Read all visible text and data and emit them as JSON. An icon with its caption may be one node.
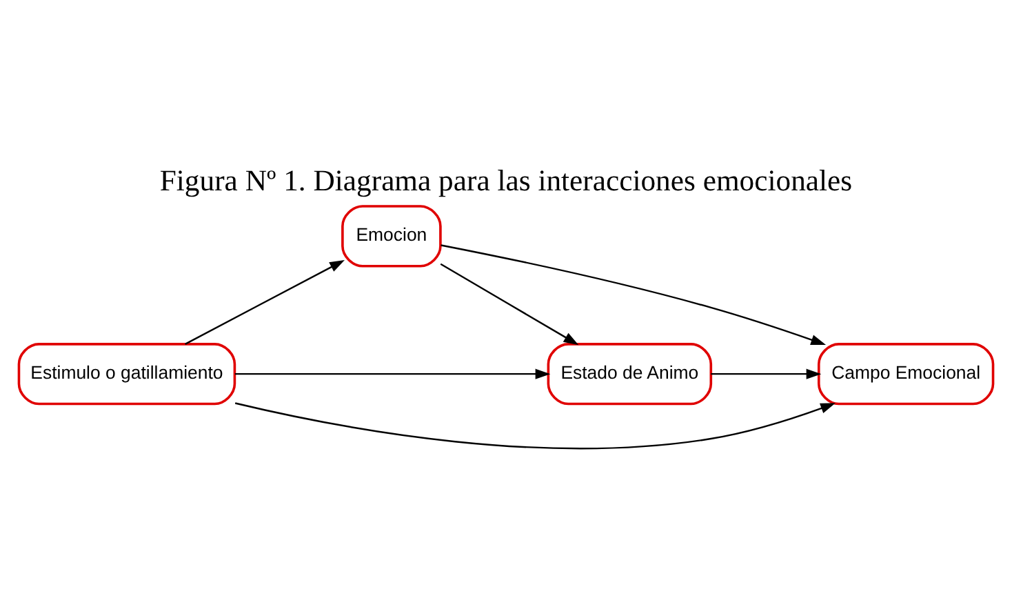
{
  "diagram": {
    "title": "Figura Nº 1. Diagrama para las interacciones emocionales",
    "nodes": [
      {
        "text": [
          "Estimulo o gatillamiento"
        ]
      },
      {
        "text": [
          "Emocion"
        ]
      },
      {
        "text": [
          "Campo Emocional"
        ]
      },
      {
        "text": [
          "Estado de Animo"
        ]
      }
    ],
    "edges": [
      {
        "from": 0,
        "to": 2,
        "arrow": "to"
      },
      {
        "from": 0,
        "to": 1,
        "arrow": "to"
      },
      {
        "from": 1,
        "to": 2,
        "arrow": "to"
      },
      {
        "from": 1,
        "to": 3,
        "arrow": "to"
      },
      {
        "from": 0,
        "to": 3,
        "arrow": "to"
      },
      {
        "from": 3,
        "to": 2,
        "arrow": "to"
      }
    ]
  }
}
